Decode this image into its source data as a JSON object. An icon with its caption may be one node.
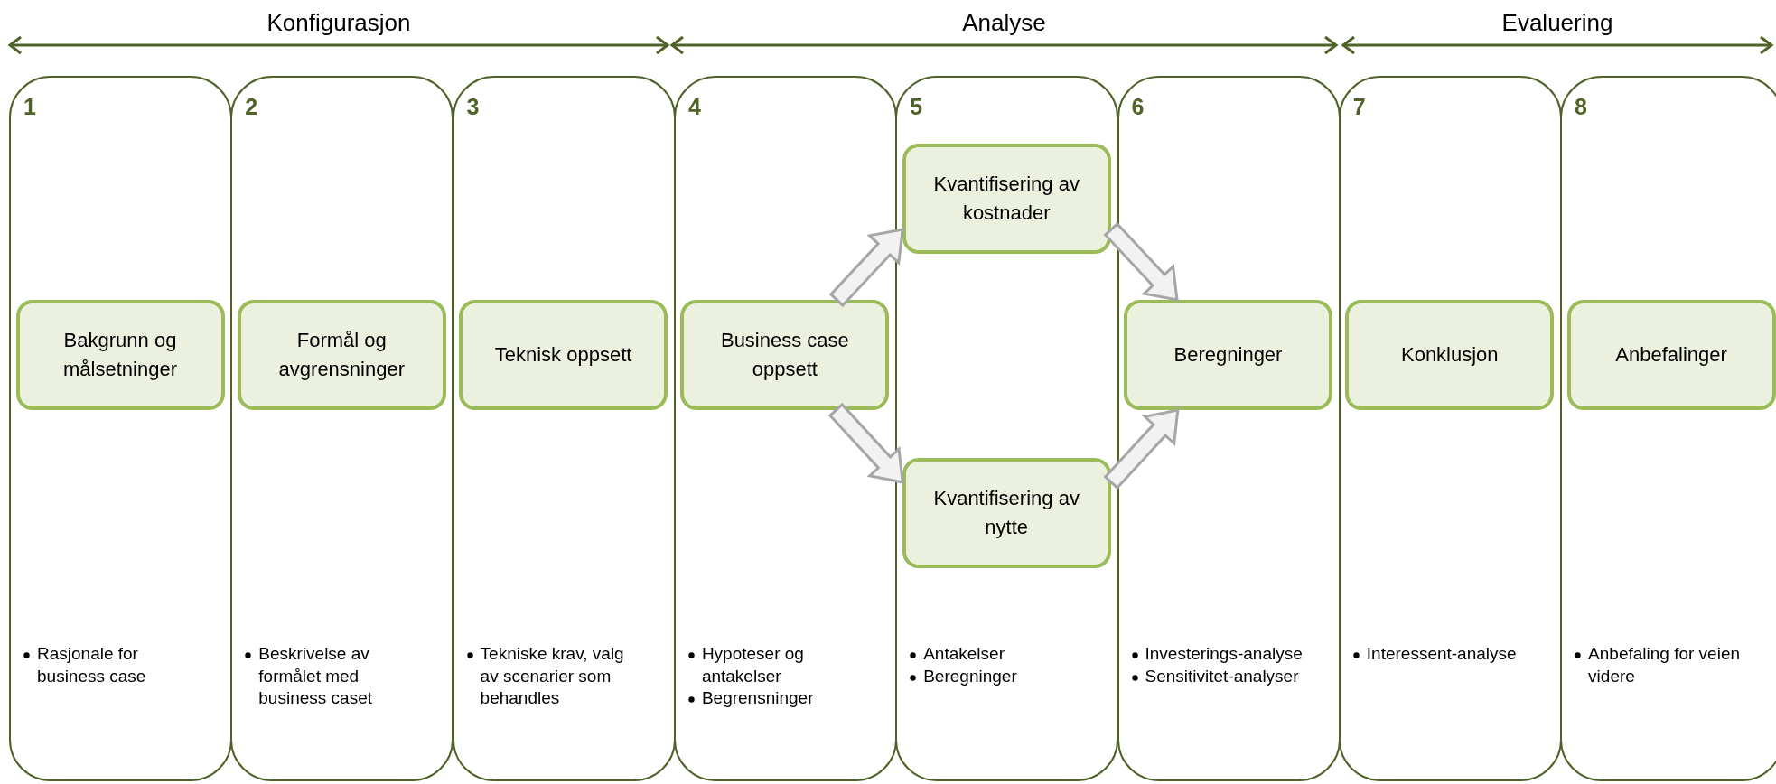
{
  "diagram": {
    "nodes": [
      {
        "text": [
          "1",
          "Rasjonale for business case"
        ]
      },
      {
        "text": [
          "Bakgrunn og målsetninger"
        ],
        "in": 0
      },
      {
        "text": [
          "2",
          "Beskrivelse av formålet med business caset"
        ]
      },
      {
        "text": [
          "Formål og avgrensninger"
        ],
        "in": 2
      },
      {
        "text": [
          "3",
          "Tekniske krav, valg av scenarier som behandles"
        ]
      },
      {
        "text": [
          "Teknisk oppsett"
        ],
        "in": 4
      },
      {
        "text": [
          "4",
          "Hypoteser og antakelser",
          "Begrensninger"
        ]
      },
      {
        "text": [
          "Business case oppsett"
        ],
        "in": 6
      },
      {
        "text": [
          "5",
          "Antakelser",
          "Beregninger"
        ]
      },
      {
        "text": [
          "Kvantifisering av kostnader"
        ],
        "in": 8
      },
      {
        "text": [
          "Kvantifisering av nytte"
        ],
        "in": 8
      },
      {
        "text": [
          "6",
          "Investerings-analyse",
          "Sensitivitet-analyser"
        ]
      },
      {
        "text": [
          "Beregninger"
        ],
        "in": 11
      },
      {
        "text": [
          "7",
          "Interessent-analyse"
        ]
      },
      {
        "text": [
          "Konklusjon"
        ],
        "in": 13
      },
      {
        "text": [
          "8",
          "Anbefaling for veien videre"
        ]
      },
      {
        "text": [
          "Anbefalinger"
        ],
        "in": 15
      }
    ],
    "edges": [
      {
        "from": 7,
        "to": 9,
        "arrow": "to"
      },
      {
        "from": 7,
        "to": 10,
        "arrow": "to"
      },
      {
        "from": 9,
        "to": 12,
        "arrow": "to"
      },
      {
        "from": 10,
        "to": 12,
        "arrow": "to"
      }
    ],
    "labels": [
      "Konfigurasjon",
      "Analyse",
      "Evaluering"
    ]
  }
}
